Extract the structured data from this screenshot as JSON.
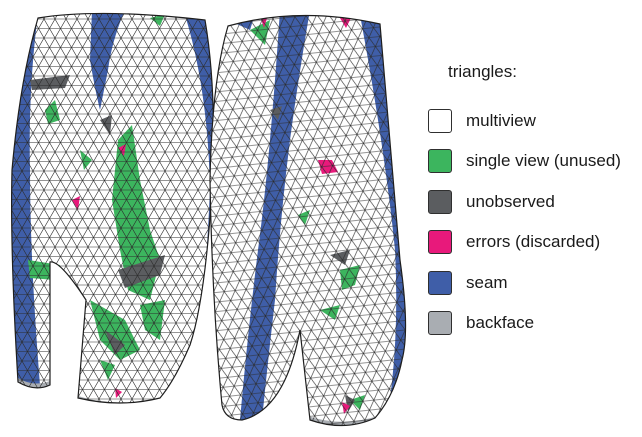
{
  "legend": {
    "title": "triangles:",
    "items": [
      {
        "key": "multiview",
        "label": "multiview",
        "color": "#ffffff"
      },
      {
        "key": "single-view",
        "label": "single view (unused)",
        "color": "#3cb55e"
      },
      {
        "key": "unobserved",
        "label": "unobserved",
        "color": "#5b5d60"
      },
      {
        "key": "errors",
        "label": "errors (discarded)",
        "color": "#e8197b"
      },
      {
        "key": "seam",
        "label": "seam",
        "color": "#3f5ea8"
      },
      {
        "key": "backface",
        "label": "backface",
        "color": "#a9adb2"
      }
    ]
  },
  "colors": {
    "mesh_line": "#2b2b2b",
    "outline": "#1e1e1e"
  }
}
